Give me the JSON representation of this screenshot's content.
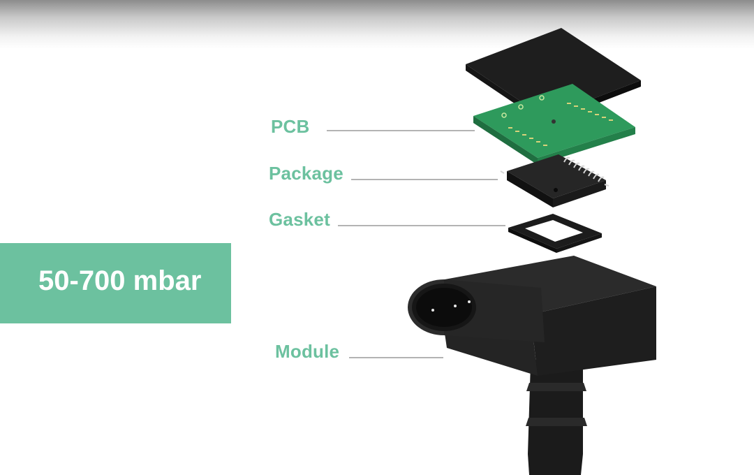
{
  "labels": {
    "pcb": "PCB",
    "package": "Package",
    "gasket": "Gasket",
    "module": "Module"
  },
  "range_banner": {
    "text": "50-700 mbar"
  },
  "colors": {
    "accent": "#6cc19f",
    "pcb_green": "#2e9a5c",
    "component_black": "#1c1c1c"
  }
}
